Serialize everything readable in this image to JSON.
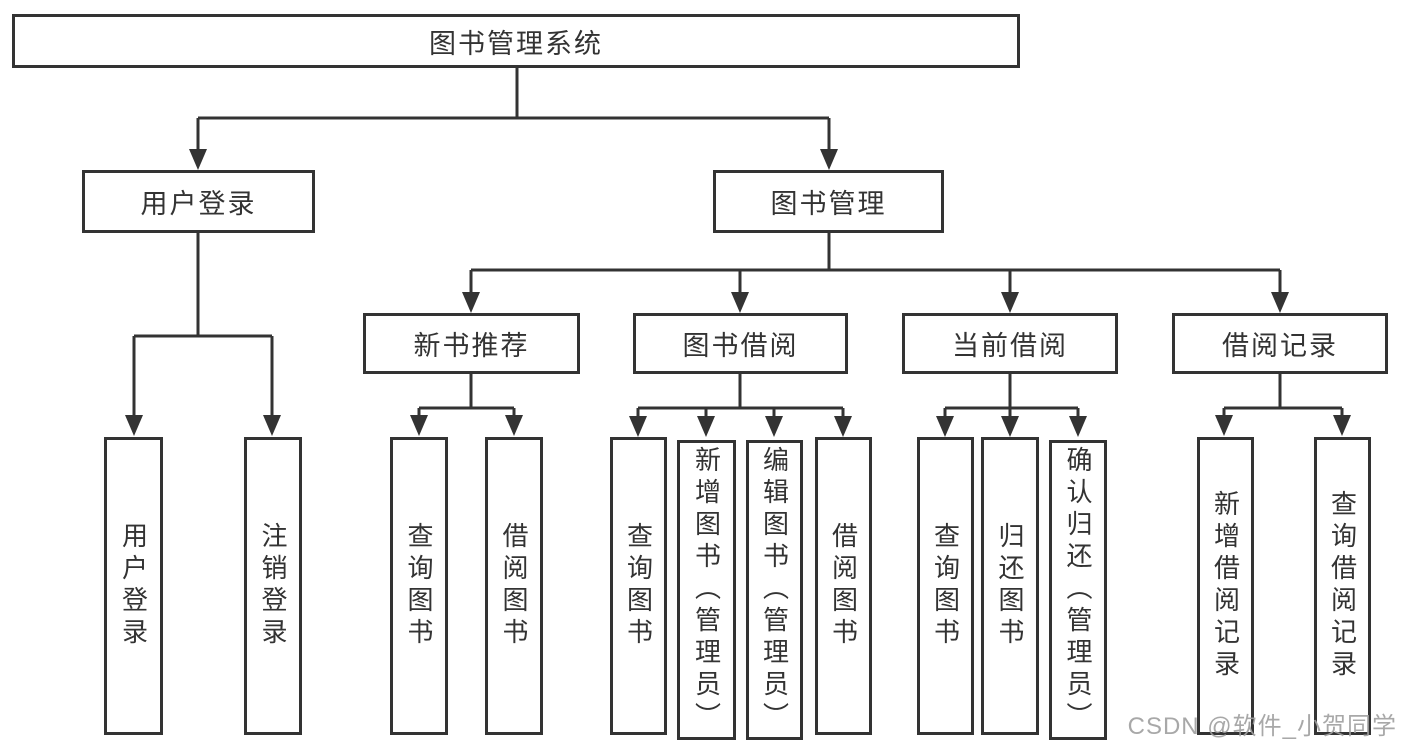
{
  "diagram": {
    "title": "图书管理系统",
    "root": {
      "label": "图书管理系统"
    },
    "level2": [
      {
        "label": "用户登录"
      },
      {
        "label": "图书管理"
      }
    ],
    "level3": [
      {
        "label": "新书推荐",
        "parent": "图书管理"
      },
      {
        "label": "图书借阅",
        "parent": "图书管理"
      },
      {
        "label": "当前借阅",
        "parent": "图书管理"
      },
      {
        "label": "借阅记录",
        "parent": "图书管理"
      }
    ],
    "leaves": [
      {
        "label": "用户登录",
        "parent": "用户登录"
      },
      {
        "label": "注销登录",
        "parent": "用户登录"
      },
      {
        "label": "查询图书",
        "parent": "新书推荐"
      },
      {
        "label": "借阅图书",
        "parent": "新书推荐"
      },
      {
        "label": "查询图书",
        "parent": "图书借阅"
      },
      {
        "label": "新增图书（管理员）",
        "parent": "图书借阅"
      },
      {
        "label": "编辑图书（管理员）",
        "parent": "图书借阅"
      },
      {
        "label": "借阅图书",
        "parent": "图书借阅"
      },
      {
        "label": "查询图书",
        "parent": "当前借阅"
      },
      {
        "label": "归还图书",
        "parent": "当前借阅"
      },
      {
        "label": "确认归还（管理员）",
        "parent": "当前借阅"
      },
      {
        "label": "新增借阅记录",
        "parent": "借阅记录"
      },
      {
        "label": "查询借阅记录",
        "parent": "借阅记录"
      }
    ],
    "watermark": "CSDN @软件_小贺同学"
  },
  "colors": {
    "line": "#333333",
    "border": "#333333",
    "text": "#333333",
    "background": "#ffffff",
    "watermark": "#9e9e9e"
  }
}
